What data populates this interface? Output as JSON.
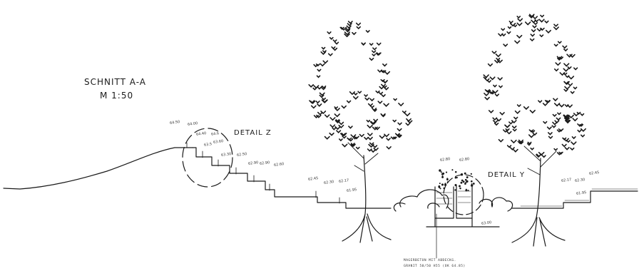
{
  "drawing": {
    "title": "SCHNITT A-A",
    "scale": "M 1:50",
    "detail_z": "DETAIL Z",
    "detail_y": "DETAIL Y",
    "note_line1": "MAGERBETON MIT ABDECKG.",
    "note_line2": "GRANIT 50/50 H55 (OK 64.85)"
  },
  "elevations": [
    "64.50",
    "64.00",
    "64.40",
    "64.6",
    "63.60",
    "63.5",
    "63.30",
    "62.50",
    "62.90",
    "62.90",
    "62.60",
    "62.45",
    "62.30",
    "62.17",
    "61.95",
    "62.80",
    "62.80",
    "63.00",
    "62.17",
    "62.30",
    "62.45",
    "61.95"
  ],
  "colors": {
    "ink": "#1a1a1a",
    "paper": "#ffffff"
  }
}
